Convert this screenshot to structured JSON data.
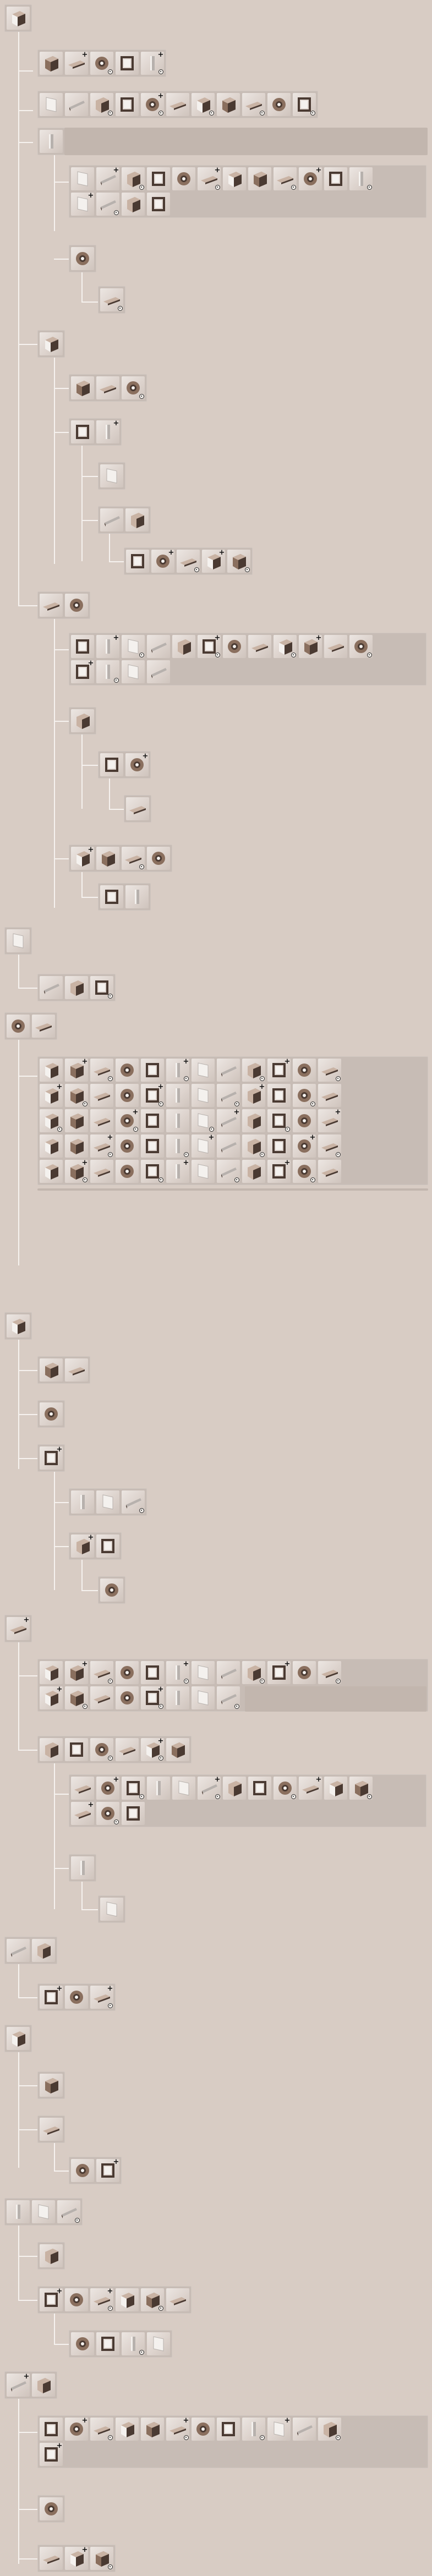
{
  "viewer": {
    "title": "",
    "background": "#d8ccc4",
    "connector_color": "#f6f2ef",
    "panel_color": "#c7bcb5"
  },
  "icon_palette": {
    "wood_dark": "#4a3a32",
    "wood_mid": "#8a6f5e",
    "wood_light": "#c9b3a4",
    "white_part": "#f4f1ee",
    "grey_part": "#b7b1ad"
  },
  "badges": {
    "add": "plus-icon",
    "configure": "gear-icon"
  },
  "sections": [
    {
      "id": "cabinet",
      "root_icon": "cabinet-box-icon"
    },
    {
      "id": "drawers",
      "root_icon": "drawer-icon"
    },
    {
      "id": "frames",
      "root_icon": "frame-icon"
    },
    {
      "id": "base",
      "root_icon": "base-box-icon"
    },
    {
      "id": "corner",
      "root_icon": "corner-cabinet-icon"
    },
    {
      "id": "column",
      "root_icon": "column-icon"
    },
    {
      "id": "bench",
      "root_icon": "bench-icon"
    },
    {
      "id": "shelf",
      "root_icon": "shelf-icon"
    },
    {
      "id": "tall",
      "root_icon": "tall-cabinet-icon"
    },
    {
      "id": "stairs",
      "root_icon": "stairs-icon"
    }
  ]
}
